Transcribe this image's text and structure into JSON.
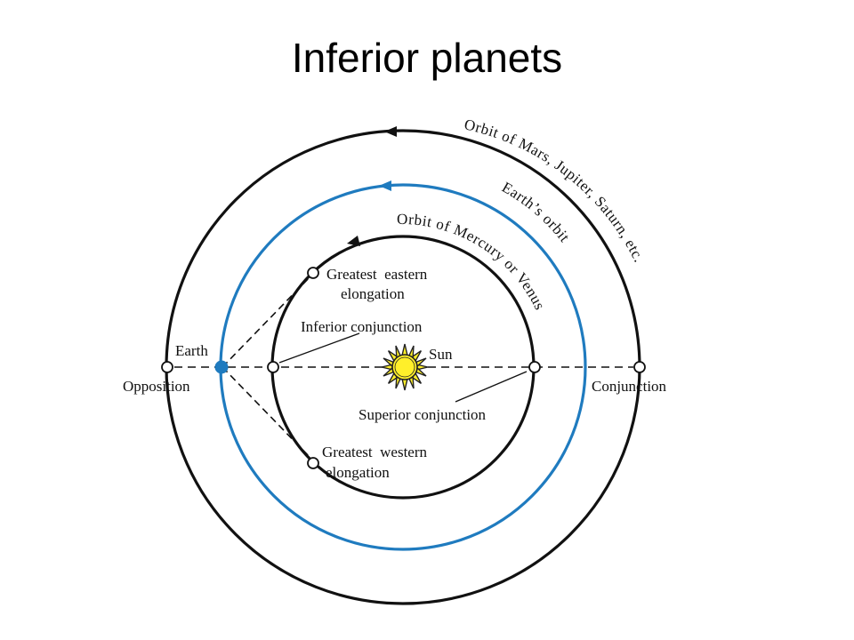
{
  "slide": {
    "title": "Inferior planets"
  },
  "colors": {
    "outer_orbit": "#111111",
    "earth_orbit": "#1f7bbf",
    "inner_orbit": "#111111",
    "earth_dot": "#1f7bbf",
    "sun_fill": "#ffef2a",
    "sun_outline": "#222222"
  },
  "icons": {
    "sun": "sun-icon",
    "earth": "earth-dot-icon",
    "planet_position": "hollow-circle-icon",
    "direction_arrow": "arrowhead-icon"
  },
  "orbit_labels": {
    "outer": "Orbit of Mars, Jupiter, Saturn, etc.",
    "earth": "Earth’s orbit",
    "inner": "Orbit of Mercury or Venus"
  },
  "labels": {
    "earth": "Earth",
    "opposition": "Opposition",
    "sun": "Sun",
    "conjunction": "Conjunction",
    "inferior_conjunction": "Inferior conjunction",
    "superior_conjunction": "Superior conjunction",
    "greatest_eastern_1": "Greatest  eastern",
    "greatest_eastern_2": "elongation",
    "greatest_western_1": "Greatest  western",
    "greatest_western_2": "elongation"
  }
}
